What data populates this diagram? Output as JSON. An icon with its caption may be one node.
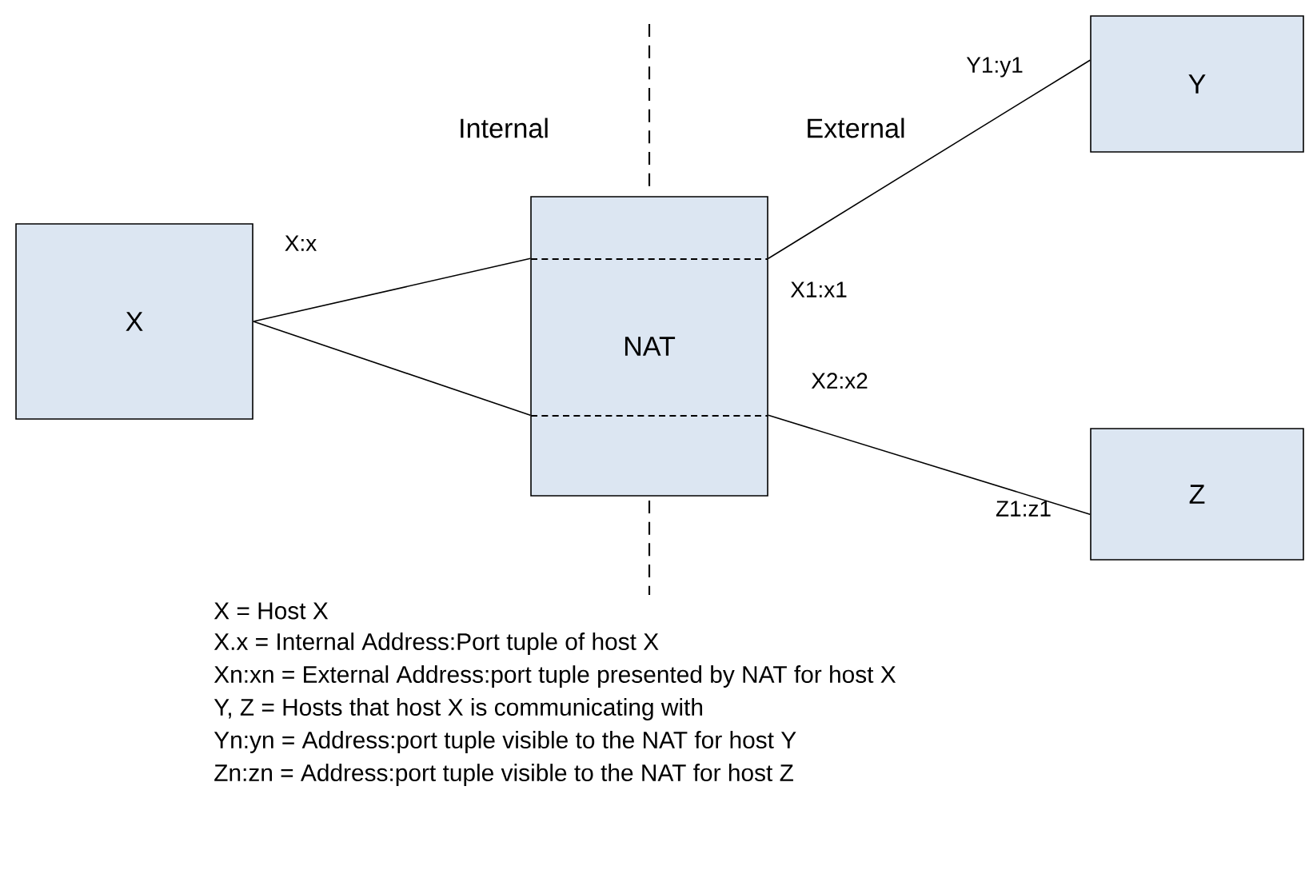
{
  "diagram": {
    "nodes": [
      {
        "text": [
          "X"
        ]
      },
      {
        "text": [
          "NAT"
        ]
      },
      {
        "text": [
          "Y"
        ]
      },
      {
        "text": [
          "Z"
        ]
      }
    ],
    "edges": [
      {
        "from": 0,
        "to": 1,
        "arrow": "none"
      },
      {
        "from": 0,
        "to": 1,
        "arrow": "none"
      },
      {
        "from": 1,
        "to": 2,
        "arrow": "none"
      },
      {
        "from": 1,
        "to": 3,
        "arrow": "none"
      }
    ],
    "labels": [
      "Internal",
      "External",
      "Y1:y1",
      "X:x",
      "X1:x1",
      "X2:x2",
      "Z1:z1",
      "X = Host X",
      "X.x = Internal Address:Port tuple of host X",
      "Xn:xn = External Address:port tuple presented by NAT for host X",
      "Y, Z = Hosts that host X is communicating with",
      "Yn:yn = Address:port tuple visible to the NAT for host Y",
      "Zn:zn = Address:port tuple visible to the NAT for host Z"
    ]
  }
}
